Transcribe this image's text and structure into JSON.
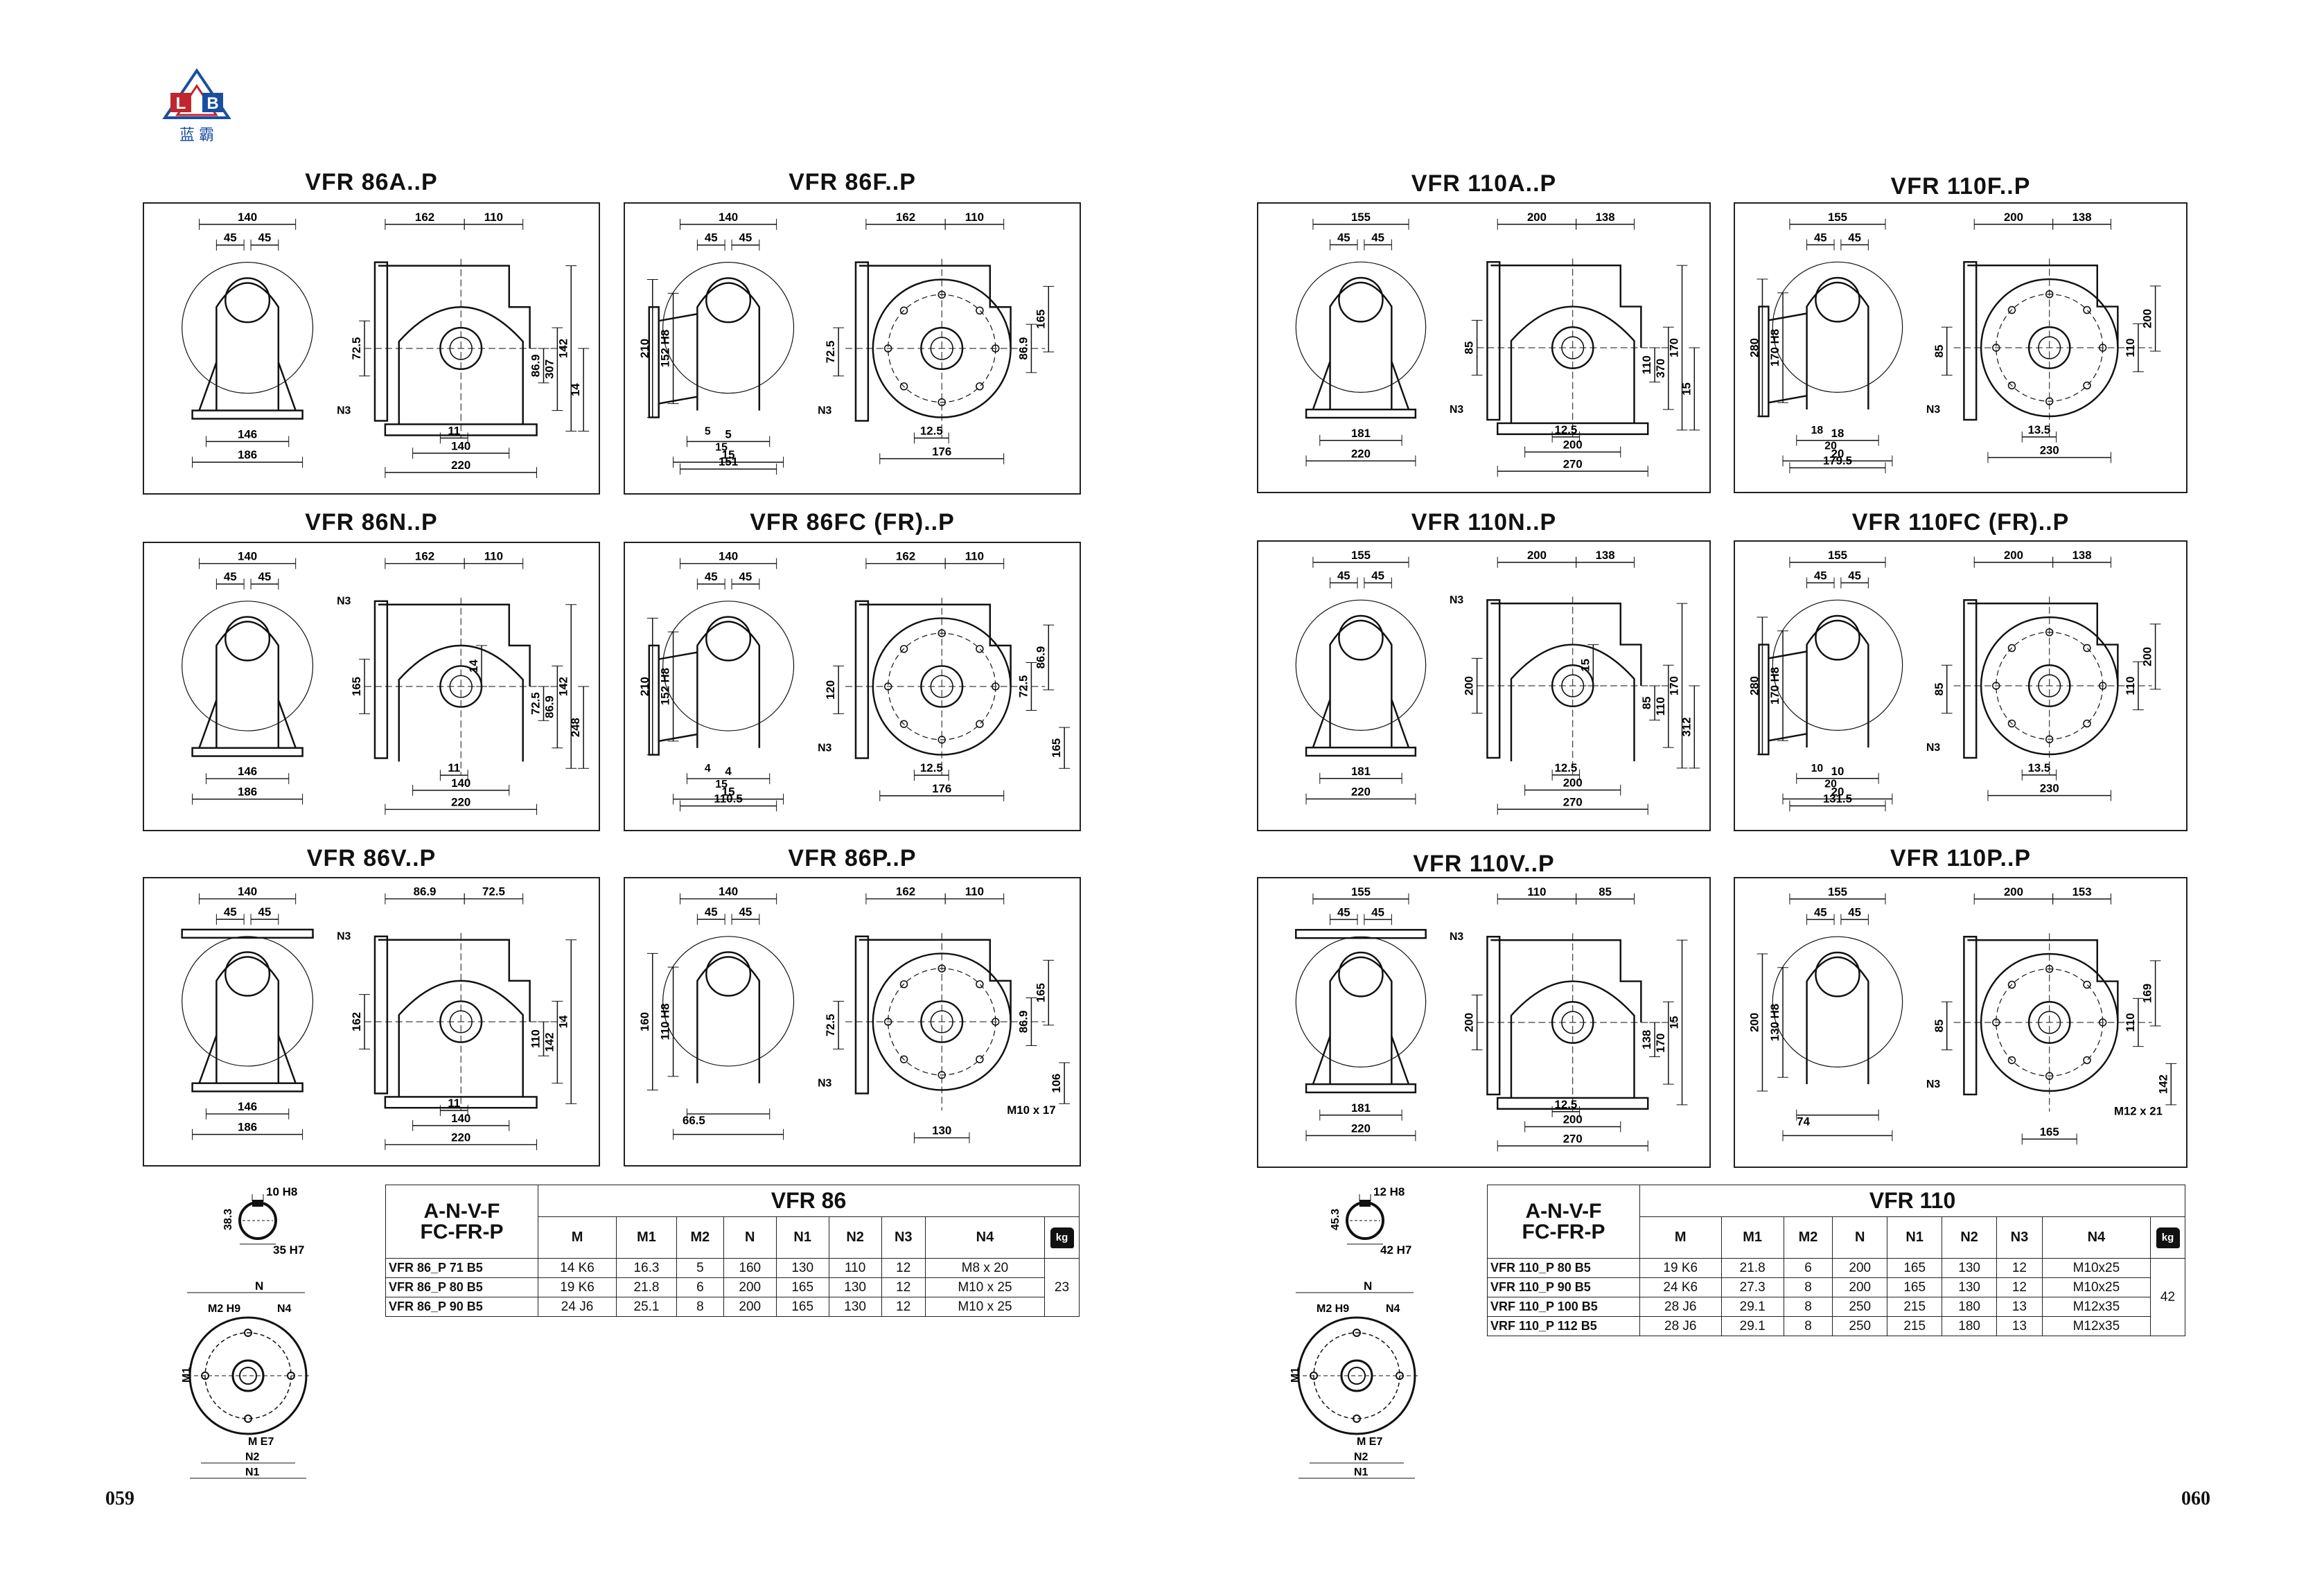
{
  "logo": {
    "letters_left": "L",
    "letters_right": "B",
    "caption": "蓝 霸"
  },
  "pages": {
    "left": "059",
    "right": "060"
  },
  "left_titles": [
    "VFR 86A..P",
    "VFR 86F..P",
    "VFR 86N..P",
    "VFR 86FC (FR)..P",
    "VFR 86V..P",
    "VFR 86P..P"
  ],
  "right_titles": [
    "VFR 110A..P",
    "VFR 110F..P",
    "VFR 110N..P",
    "VFR 110FC (FR)..P",
    "VFR 110V..P",
    "VFR 110P..P"
  ],
  "dims": {
    "a86": {
      "top1": "140",
      "s1": "45",
      "s2": "45",
      "w1": "162",
      "w2": "110",
      "h1": "72.5",
      "h2": "86.9",
      "h3": "307",
      "h4": "142",
      "h5": "14",
      "b1": "146",
      "b2": "186",
      "b3": "11",
      "b4": "140",
      "b5": "220",
      "n": "N3"
    },
    "f86": {
      "top1": "140",
      "s1": "45",
      "s2": "45",
      "w1": "162",
      "w2": "110",
      "h1": "210",
      "h2": "152 H8",
      "h3": "72.5",
      "h4": "86.9",
      "h5": "165",
      "b1": "5",
      "b2": "15",
      "b3": "151",
      "b4": "12.5",
      "b5": "176",
      "n": "N3"
    },
    "n86": {
      "top1": "140",
      "s1": "45",
      "s2": "45",
      "w1": "162",
      "w2": "110",
      "h1": "165",
      "h2": "72.5",
      "h3": "86.9",
      "h4": "142",
      "h5": "248",
      "h6": "14",
      "b1": "146",
      "b2": "186",
      "b3": "11",
      "b4": "140",
      "b5": "220",
      "n": "N3"
    },
    "fc86": {
      "top1": "140",
      "s1": "45",
      "s2": "45",
      "w1": "162",
      "w2": "110",
      "h1": "210",
      "h2": "152 H8",
      "h3": "120",
      "h4": "72.5",
      "h5": "86.9",
      "h6": "165",
      "b1": "4",
      "b2": "15",
      "b3": "110.5",
      "b4": "12.5",
      "b5": "176",
      "n": "N3"
    },
    "v86": {
      "top1": "140",
      "s1": "45",
      "s2": "45",
      "w1": "86.9",
      "w2": "72.5",
      "h1": "162",
      "h2": "110",
      "h3": "142",
      "h4": "14",
      "b1": "146",
      "b2": "186",
      "b3": "11",
      "b4": "140",
      "b5": "220",
      "n": "N3"
    },
    "p86": {
      "top1": "140",
      "s1": "45",
      "s2": "45",
      "w1": "162",
      "w2": "110",
      "h1": "160",
      "h2": "110 H8",
      "h3": "72.5",
      "h4": "86.9",
      "h5": "165",
      "h6": "106",
      "b1": "66.5",
      "b2": "130",
      "b3": "M10 x 17",
      "n": "N3"
    },
    "a110": {
      "top1": "155",
      "s1": "45",
      "s2": "45",
      "w1": "200",
      "w2": "138",
      "h1": "85",
      "h2": "110",
      "h3": "370",
      "h4": "170",
      "h5": "15",
      "b1": "181",
      "b2": "220",
      "b3": "12.5",
      "b4": "200",
      "b5": "270",
      "n": "N3"
    },
    "f110": {
      "top1": "155",
      "s1": "45",
      "s2": "45",
      "w1": "200",
      "w2": "138",
      "h1": "280",
      "h2": "170 H8",
      "h3": "85",
      "h4": "110",
      "h5": "200",
      "b1": "18",
      "b2": "20",
      "b3": "179.5",
      "b4": "13.5",
      "b5": "230",
      "n": "N3"
    },
    "n110": {
      "top1": "155",
      "s1": "45",
      "s2": "45",
      "w1": "200",
      "w2": "138",
      "h1": "200",
      "h2": "85",
      "h3": "110",
      "h4": "170",
      "h5": "312",
      "h6": "15",
      "b1": "181",
      "b2": "220",
      "b3": "12.5",
      "b4": "200",
      "b5": "270",
      "n": "N3"
    },
    "fc110": {
      "top1": "155",
      "s1": "45",
      "s2": "45",
      "w1": "200",
      "w2": "138",
      "h1": "280",
      "h2": "170 H8",
      "h3": "85",
      "h4": "110",
      "h5": "200",
      "b1": "10",
      "b2": "20",
      "b3": "131.5",
      "b4": "13.5",
      "b5": "230",
      "n": "N3"
    },
    "v110": {
      "top1": "155",
      "s1": "45",
      "s2": "45",
      "w1": "110",
      "w2": "85",
      "h1": "200",
      "h2": "138",
      "h3": "170",
      "h4": "15",
      "b1": "181",
      "b2": "220",
      "b3": "12.5",
      "b4": "200",
      "b5": "270",
      "n": "N3"
    },
    "p110": {
      "top1": "155",
      "s1": "45",
      "s2": "45",
      "w1": "200",
      "w2": "153",
      "h1": "200",
      "h2": "130 H8",
      "h3": "85",
      "h4": "110",
      "h5": "169",
      "h6": "142",
      "b1": "74",
      "b2": "165",
      "b3": "M12 x 21",
      "n": "N3"
    }
  },
  "keyway_left": {
    "top": "10 H8",
    "side": "38.3",
    "bottom": "35 H7"
  },
  "keyway_right": {
    "top": "12 H8",
    "side": "45.3",
    "bottom": "42 H7"
  },
  "flange_labels": {
    "n": "N",
    "m2": "M2 H9",
    "n4": "N4",
    "m1": "M1",
    "m": "M E7",
    "n2": "N2",
    "n1": "N1"
  },
  "table86": {
    "corner": [
      "A-N-V-F",
      "FC-FR-P"
    ],
    "series": "VFR 86",
    "headers": [
      "M",
      "M1",
      "M2",
      "N",
      "N1",
      "N2",
      "N3",
      "N4"
    ],
    "kg_icon": "kg",
    "rows": [
      [
        "VFR 86_P  71 B5",
        "14 K6",
        "16.3",
        "5",
        "160",
        "130",
        "110",
        "12",
        "M8 x 20"
      ],
      [
        "VFR 86_P  80 B5",
        "19 K6",
        "21.8",
        "6",
        "200",
        "165",
        "130",
        "12",
        "M10 x 25"
      ],
      [
        "VFR 86_P  90 B5",
        "24 J6",
        "25.1",
        "8",
        "200",
        "165",
        "130",
        "12",
        "M10 x 25"
      ]
    ],
    "weight": "23"
  },
  "table110": {
    "corner": [
      "A-N-V-F",
      "FC-FR-P"
    ],
    "series": "VFR 110",
    "headers": [
      "M",
      "M1",
      "M2",
      "N",
      "N1",
      "N2",
      "N3",
      "N4"
    ],
    "kg_icon": "kg",
    "rows": [
      [
        "VFR 110_P  80 B5",
        "19 K6",
        "21.8",
        "6",
        "200",
        "165",
        "130",
        "12",
        "M10x25"
      ],
      [
        "VFR 110_P  90 B5",
        "24 K6",
        "27.3",
        "8",
        "200",
        "165",
        "130",
        "12",
        "M10x25"
      ],
      [
        "VRF 110_P  100 B5",
        "28 J6",
        "29.1",
        "8",
        "250",
        "215",
        "180",
        "13",
        "M12x35"
      ],
      [
        "VRF 110_P  112 B5",
        "28 J6",
        "29.1",
        "8",
        "250",
        "215",
        "180",
        "13",
        "M12x35"
      ]
    ],
    "weight": "42"
  }
}
